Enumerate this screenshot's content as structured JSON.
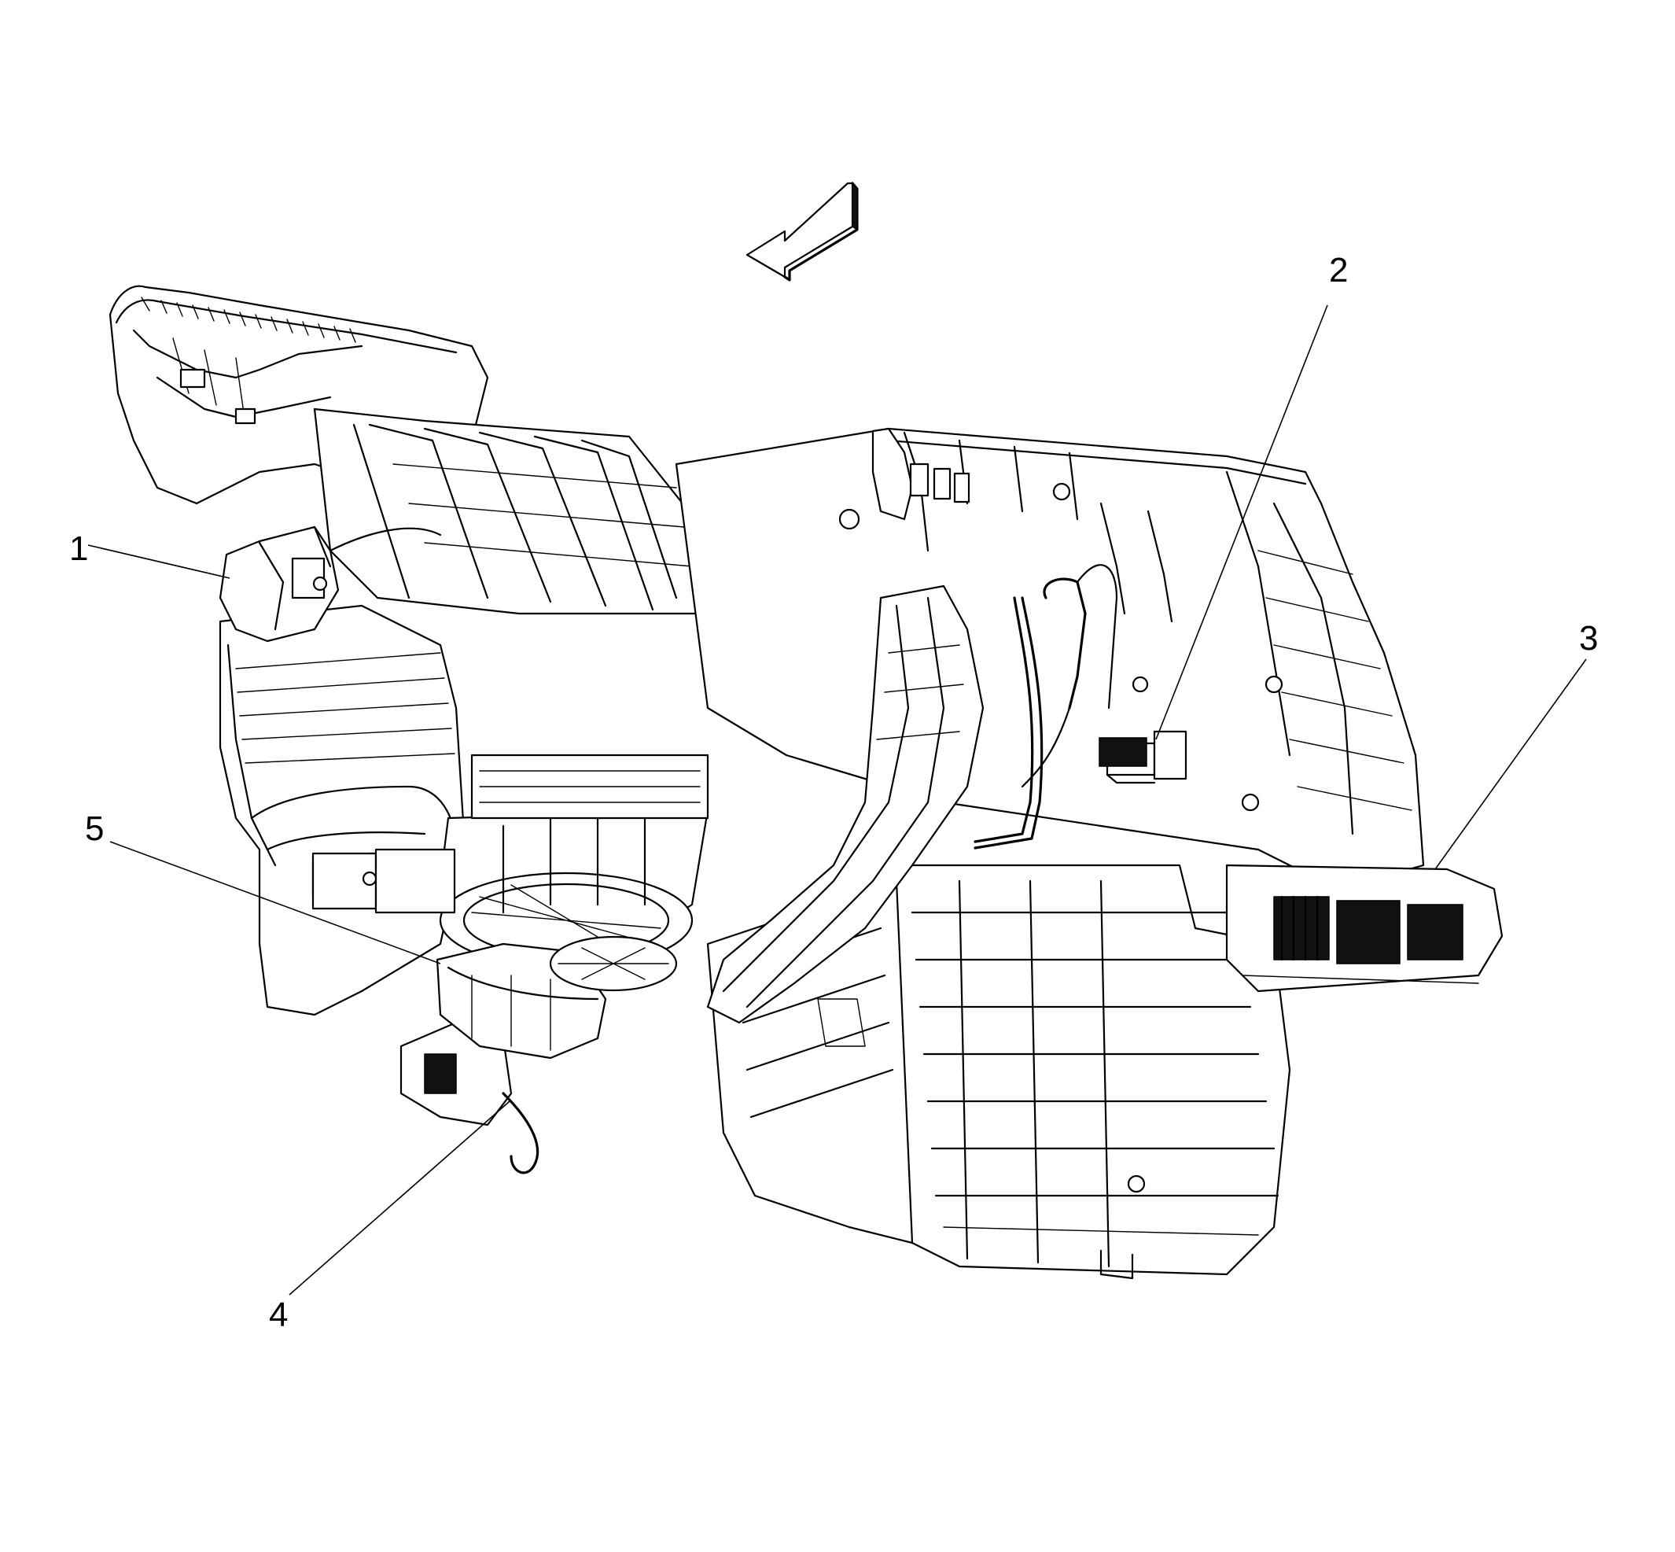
{
  "callouts": [
    {
      "id": 1,
      "label": "1",
      "part": "actuator"
    },
    {
      "id": 2,
      "label": "2",
      "part": "connector"
    },
    {
      "id": 3,
      "label": "3",
      "part": "module"
    },
    {
      "id": 4,
      "label": "4",
      "part": "blower-connector"
    },
    {
      "id": 5,
      "label": "5",
      "part": "blower-motor"
    }
  ],
  "direction_arrow": {
    "icon": "front-direction-arrow-icon"
  }
}
